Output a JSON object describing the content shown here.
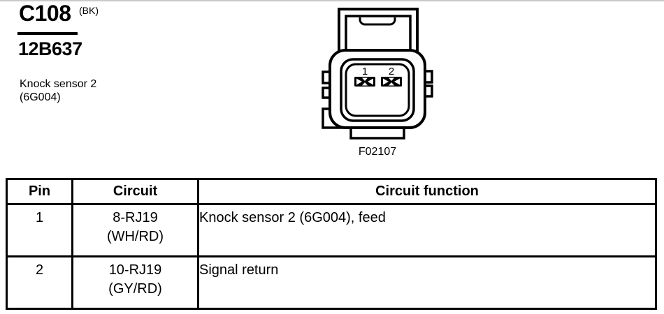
{
  "header": {
    "connector_id": "C108",
    "connector_color_code": "(BK)",
    "part_number": "12B637",
    "description_line1": "Knock sensor 2",
    "description_line2": "(6G004)"
  },
  "diagram": {
    "figure_id": "F02107",
    "pin_labels": [
      "1",
      "2"
    ]
  },
  "table": {
    "columns": [
      "Pin",
      "Circuit",
      "Circuit function"
    ],
    "rows": [
      {
        "pin": "1",
        "circuit": "8-RJ19",
        "wire_color": "(WH/RD)",
        "function": "Knock sensor 2 (6G004), feed"
      },
      {
        "pin": "2",
        "circuit": "10-RJ19",
        "wire_color": "(GY/RD)",
        "function": "Signal return"
      }
    ]
  },
  "colors": {
    "ink": "#000000",
    "background": "#ffffff",
    "top_rule": "#c9c9c9"
  }
}
